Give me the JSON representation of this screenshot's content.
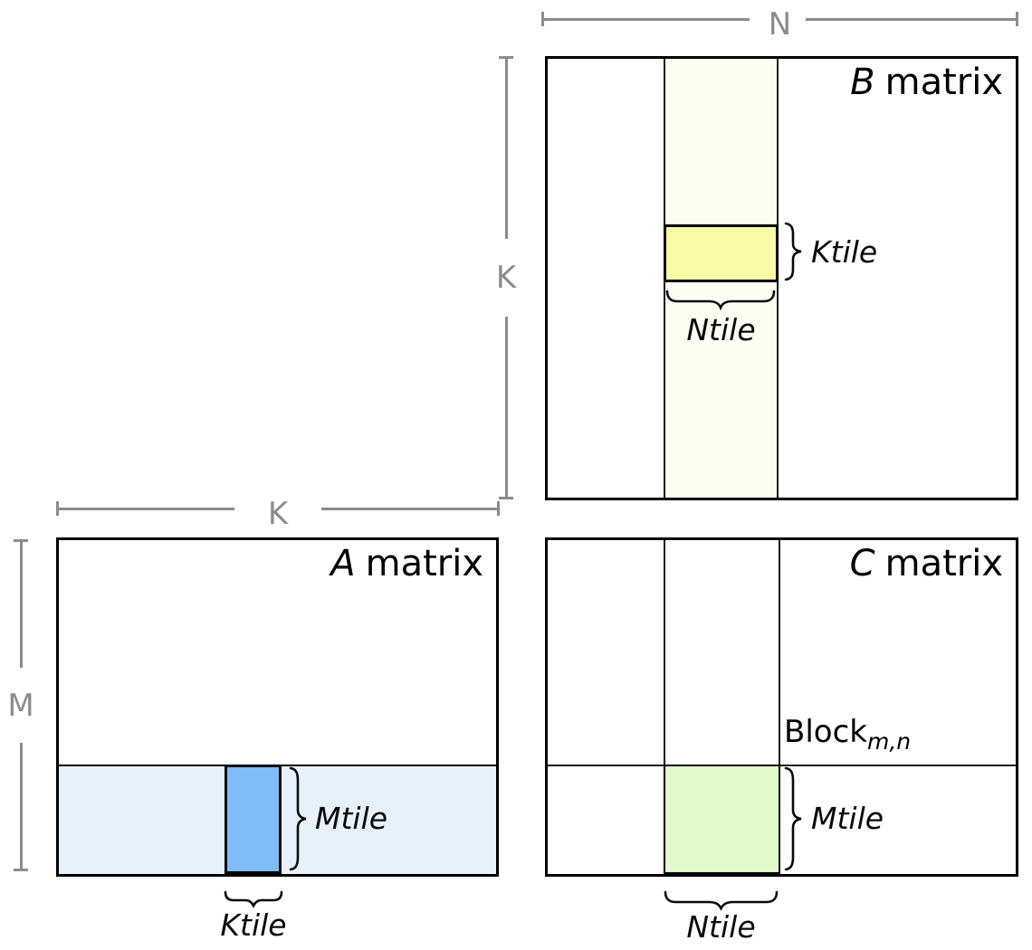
{
  "colors": {
    "line-gray": "#8C8C8C",
    "border-black": "#000000",
    "b-strip": "#FDFDF2",
    "b-tile": "#FBFBA6",
    "a-strip": "#E6F1FC",
    "a-tile": "#7EBDF8",
    "c-tile": "#E0FACA"
  },
  "dimensions": {
    "n_label": "N",
    "k_b_label": "K",
    "k_a_label": "K",
    "m_label": "M"
  },
  "b_matrix": {
    "title_letter": "B",
    "title_word": "matrix",
    "ktile_label": "Ktile",
    "ntile_label": "Ntile"
  },
  "a_matrix": {
    "title_letter": "A",
    "title_word": "matrix",
    "mtile_label": "Mtile",
    "ktile_label": "Ktile"
  },
  "c_matrix": {
    "title_letter": "C",
    "title_word": "matrix",
    "block_word": "Block",
    "block_subscript": "m,n",
    "mtile_label": "Mtile",
    "ntile_label": "Ntile"
  }
}
